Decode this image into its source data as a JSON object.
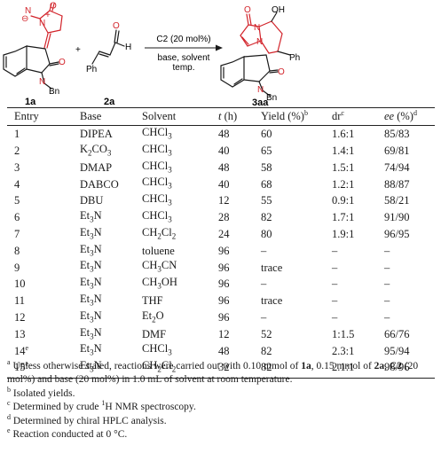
{
  "scheme": {
    "reactant_1_label": "1a",
    "reactant_2_label": "2a",
    "product_label": "3aa",
    "plus": "+",
    "catalyst": "C2 (20 mol%)",
    "conditions_line1": "base, solvent",
    "conditions_line2": "temp.",
    "atom_o": "O",
    "atom_n": "N",
    "atom_oh": "OH",
    "atom_h": "H",
    "group_ph": "Ph",
    "group_bn": "Bn",
    "charge_minus": "⊖",
    "charge_plus": "+",
    "colors": {
      "ring_red": "#d2232a",
      "black": "#1a1a1a"
    }
  },
  "table": {
    "headers": [
      "Entry",
      "Base",
      "Solvent",
      "t (h)",
      "Yield (%)b",
      "drc",
      "ee (%)d"
    ],
    "rows": [
      [
        "1",
        "DIPEA",
        "CHCl3",
        "48",
        "60",
        "1.6:1",
        "85/83"
      ],
      [
        "2",
        "K2CO3",
        "CHCl3",
        "40",
        "65",
        "1.4:1",
        "69/81"
      ],
      [
        "3",
        "DMAP",
        "CHCl3",
        "48",
        "58",
        "1.5:1",
        "74/94"
      ],
      [
        "4",
        "DABCO",
        "CHCl3",
        "40",
        "68",
        "1.2:1",
        "88/87"
      ],
      [
        "5",
        "DBU",
        "CHCl3",
        "12",
        "55",
        "0.9:1",
        "58/21"
      ],
      [
        "6",
        "Et3N",
        "CHCl3",
        "28",
        "82",
        "1.7:1",
        "91/90"
      ],
      [
        "7",
        "Et3N",
        "CH2Cl2",
        "24",
        "80",
        "1.9:1",
        "96/95"
      ],
      [
        "8",
        "Et3N",
        "toluene",
        "96",
        "–",
        "–",
        "–"
      ],
      [
        "9",
        "Et3N",
        "CH3CN",
        "96",
        "trace",
        "–",
        "–"
      ],
      [
        "10",
        "Et3N",
        "CH3OH",
        "96",
        "–",
        "–",
        "–"
      ],
      [
        "11",
        "Et3N",
        "THF",
        "96",
        "trace",
        "–",
        "–"
      ],
      [
        "12",
        "Et3N",
        "Et2O",
        "96",
        "–",
        "–",
        "–"
      ],
      [
        "13",
        "Et3N",
        "DMF",
        "12",
        "52",
        "1:1.5",
        "66/76"
      ],
      [
        "14e",
        "Et3N",
        "CHCl3",
        "48",
        "82",
        "2.3:1",
        "95/94"
      ],
      [
        "15e",
        "Et3N",
        "CH2Cl2",
        "32",
        "82",
        "2.1:1",
        "98/96"
      ]
    ]
  },
  "footnotes": {
    "a": "Unless otherwise stated, reactions were carried out with 0.10 mmol of 1a, 0.15 mmol of 2a, C2 (20 mol%) and base (20 mol%) in 1.0 mL of solvent at room temperature.",
    "b": "Isolated yields.",
    "c": "Determined by crude 1H NMR spectroscopy.",
    "d": "Determined by chiral HPLC analysis.",
    "e": "Reaction conducted at 0 °C."
  }
}
